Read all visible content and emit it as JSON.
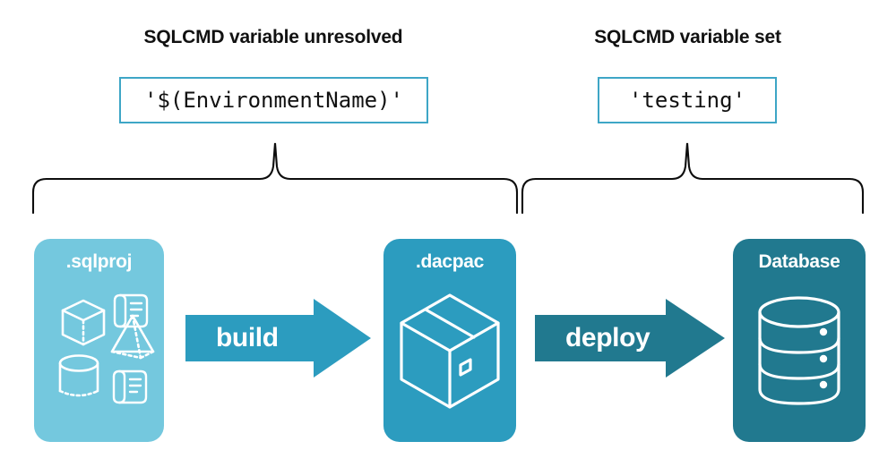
{
  "groups": [
    {
      "title": "SQLCMD variable unresolved",
      "value": "'$(EnvironmentName)'",
      "brace_covers": ".sqlproj and .dacpac"
    },
    {
      "title": "SQLCMD variable set",
      "value": "'testing'",
      "brace_covers": ".dacpac and Database"
    }
  ],
  "stages": [
    {
      "label": ".sqlproj",
      "icon": "project-artifacts-icon",
      "fill": "#74C8DE"
    },
    {
      "label": ".dacpac",
      "icon": "package-box-icon",
      "fill": "#2C9CBF"
    },
    {
      "label": "Database",
      "icon": "database-cylinder-icon",
      "fill": "#21798F"
    }
  ],
  "arrows": [
    {
      "label": "build",
      "fill": "#2C9CBF"
    },
    {
      "label": "deploy",
      "fill": "#21798F"
    }
  ],
  "colors": {
    "sqlproj_fill": "#74C8DE",
    "dacpac_fill": "#2C9CBF",
    "database_fill": "#21798F",
    "value_box_border": "#3EA6C6",
    "brace_stroke": "#0D0D0D",
    "text_dark": "#111111",
    "text_light": "#FFFFFF",
    "background": "#FFFFFF"
  }
}
